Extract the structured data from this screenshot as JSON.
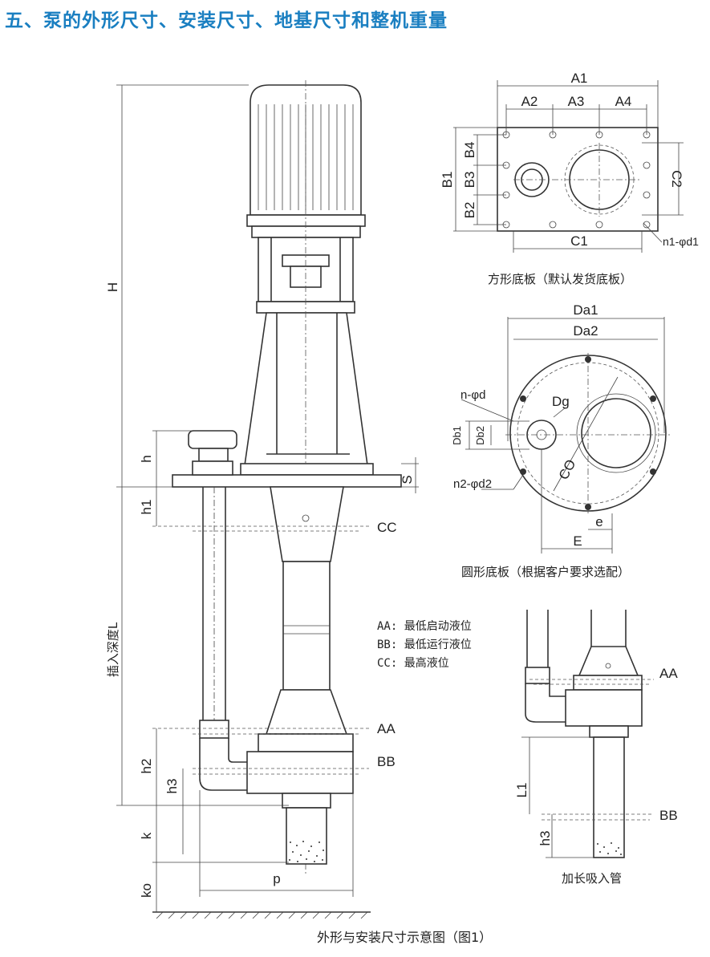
{
  "title": "五、泵的外形尺寸、安装尺寸、地基尺寸和整机重量",
  "main_view": {
    "labels": {
      "H": "H",
      "h": "h",
      "h1": "h1",
      "CC": "CC",
      "L": "插入深度L",
      "AA": "AA",
      "BB": "BB",
      "h2": "h2",
      "h3": "h3",
      "k": "k",
      "p": "p",
      "ko": "ko",
      "S": "S"
    },
    "caption": "外形与安装尺寸示意图（图1）"
  },
  "legend": [
    {
      "key": "AA",
      "text": "AA: 最低启动液位"
    },
    {
      "key": "BB",
      "text": "BB: 最低运行液位"
    },
    {
      "key": "CC",
      "text": "CC: 最高液位"
    }
  ],
  "square_plate": {
    "labels": {
      "A1": "A1",
      "A2": "A2",
      "A3": "A3",
      "A4": "A4",
      "B1": "B1",
      "B2": "B2",
      "B3": "B3",
      "B4": "B4",
      "C1": "C1",
      "C2": "C2",
      "n1d1": "n1-φd1"
    },
    "caption": "方形底板（默认发货底板）"
  },
  "round_plate": {
    "labels": {
      "Da1": "Da1",
      "Da2": "Da2",
      "nd": "n-φd",
      "Dg": "Dg",
      "Db1": "Db1",
      "Db2": "Db2",
      "CO": "CO",
      "n2d2": "n2-φd2",
      "e": "e",
      "E": "E"
    },
    "caption": "圆形底板（根据客户要求选配）"
  },
  "extended_suction": {
    "labels": {
      "AA": "AA",
      "L1": "L1",
      "BB": "BB",
      "h3": "h3"
    },
    "caption": "加长吸入管"
  }
}
